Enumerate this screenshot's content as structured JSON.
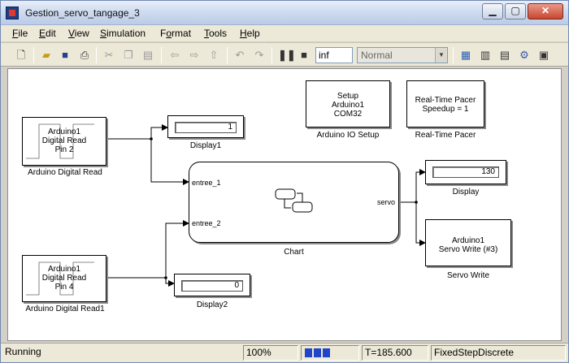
{
  "window": {
    "title": "Gestion_servo_tangage_3"
  },
  "menu": {
    "items": [
      {
        "ul": "F",
        "rest": "ile"
      },
      {
        "ul": "E",
        "rest": "dit"
      },
      {
        "ul": "V",
        "rest": "iew"
      },
      {
        "ul": "S",
        "rest": "imulation"
      },
      {
        "pre": "F",
        "ul": "o",
        "rest": "rmat"
      },
      {
        "ul": "T",
        "rest": "ools"
      },
      {
        "ul": "H",
        "rest": "elp"
      }
    ]
  },
  "toolbar": {
    "stop_time": "inf",
    "sim_mode": "Normal",
    "icons": [
      "new-icon",
      "open-icon",
      "save-icon",
      "print-icon",
      "cut-icon",
      "copy-icon",
      "paste-icon",
      "back-icon",
      "forward-icon",
      "up-icon",
      "undo-icon",
      "redo-icon",
      "pause-icon",
      "stop-icon",
      "build-icon",
      "library-icon",
      "explorer-icon",
      "debug-icon"
    ]
  },
  "blocks": {
    "digital_read_1": {
      "line1": "Arduino1",
      "line2": "Digital Read",
      "line3": "Pin 2",
      "caption": "Arduino Digital Read"
    },
    "digital_read_2": {
      "line1": "Arduino1",
      "line2": "Digital Read",
      "line3": "Pin 4",
      "caption": "Arduino Digital Read1"
    },
    "display1": {
      "value": "1",
      "caption": "Display1"
    },
    "display2": {
      "value": "0",
      "caption": "Display2"
    },
    "display": {
      "value": "130",
      "caption": "Display"
    },
    "setup": {
      "line1": "Setup",
      "line2": "Arduino1",
      "line3": "COM32",
      "caption": "Arduino IO Setup"
    },
    "pacer": {
      "line1": "Real-Time Pacer",
      "line2": "Speedup = 1",
      "caption": "Real-Time Pacer"
    },
    "chart": {
      "in1": "entree_1",
      "in2": "entree_2",
      "out": "servo",
      "caption": "Chart"
    },
    "servo_write": {
      "line1": "Arduino1",
      "line2": "Servo Write (#3)",
      "caption": "Servo Write"
    }
  },
  "status": {
    "state": "Running",
    "zoom": "100%",
    "progress_segments": 3,
    "time": "T=185.600",
    "solver": "FixedStepDiscrete"
  }
}
